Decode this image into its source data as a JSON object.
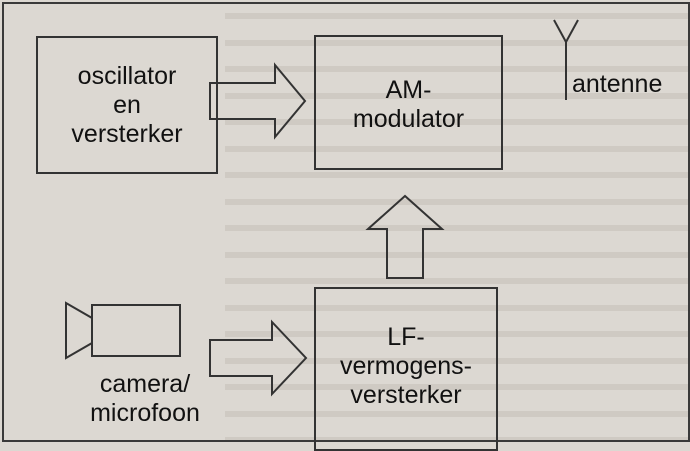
{
  "blocks": {
    "oscillator": "oscillator\nen\nversterker",
    "am_modulator": "AM-\nmodulator",
    "antenna": "antenne",
    "camera": "camera/\nmicrofoon",
    "lf_amplifier": "LF-\nvermogens-\nversterker"
  },
  "colors": {
    "line": "#333333",
    "text": "#111111",
    "background": "#dcd8d2"
  }
}
